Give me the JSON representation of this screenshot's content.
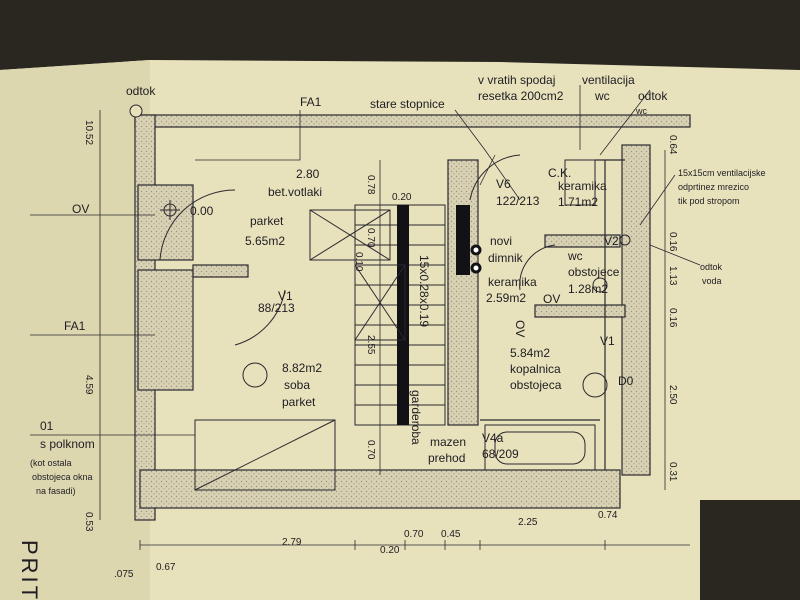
{
  "plan": {
    "labels": {
      "odtok_top": "odtok",
      "fa1_top": "FA1",
      "stare_stopnice": "stare stopnice",
      "v_vratih_1": "v vratih spodaj",
      "v_vratih_2": "resetka 200cm2",
      "ventilacija": "ventilacija",
      "wc_top": "wc",
      "odtok_tr": "odtok",
      "wc_tr": "wc",
      "ov_left": "OV",
      "level": "0.00",
      "parket": "parket",
      "area_565": "5.65m2",
      "h_280": "2.80",
      "bet_votlaki": "bet.votlaki",
      "v6": "V6",
      "v6_size": "122/213",
      "ck": "C.K.",
      "keramika_171": "keramika",
      "area_171": "1.71m2",
      "vent_note_1": "15x15cm ventilacijske",
      "vent_note_2": "odprtinez mrezico",
      "vent_note_3": "tik pod stropom",
      "novi": "novi",
      "dimnik": "dimnik",
      "v2": "V2",
      "wc_obstojece": "wc",
      "obstojece": "obstojece",
      "area_128": "1.28m2",
      "odtok_vode_1": "odtok",
      "odtok_vode_2": "voda",
      "fa1_left": "FA1",
      "v1": "V1",
      "v1_size": "88/213",
      "stairs": "15x0.28x0.19",
      "keramika_259": "keramika",
      "area_259": "2.59m2",
      "ov_mid": "OV",
      "ov_vert": "OV",
      "v1_right": "V1",
      "area_882": "8.82m2",
      "soba": "soba",
      "parket2": "parket",
      "area_584": "5.84m2",
      "kopalnica": "kopalnica",
      "obstojeca": "obstojeca",
      "dd": "D0",
      "garderoba": "garderoba",
      "o1": "01",
      "s_polknom": "s polknom",
      "kot_1": "(kot ostala",
      "kot_2": "obstojeca okna",
      "kot_3": "na fasadi)",
      "mazen": "mazen",
      "prehod": "prehod",
      "v4a": "V4a",
      "v4a_size": "68/209",
      "pritl": "PRITLI"
    },
    "dims": {
      "left_top": "10.52",
      "left_mid": "4.59",
      "left_bot": "0.53",
      "d_020": "0.20",
      "d_078": "0.78",
      "d_070a": "0.70",
      "d_010": "0.10",
      "d_255": "2.55",
      "d_070b": "0.70",
      "r_064": "0.64",
      "r_016a": "0.16",
      "r_113": "1.13",
      "r_016b": "0.16",
      "r_250": "2.50",
      "r_031": "0.31",
      "b_075": ".075",
      "b_067": "0.67",
      "b_279": "2.79",
      "b_020": "0.20",
      "b_070": "0.70",
      "b_045": "0.45",
      "b_225": "2.25",
      "b_074": "0.74"
    }
  }
}
